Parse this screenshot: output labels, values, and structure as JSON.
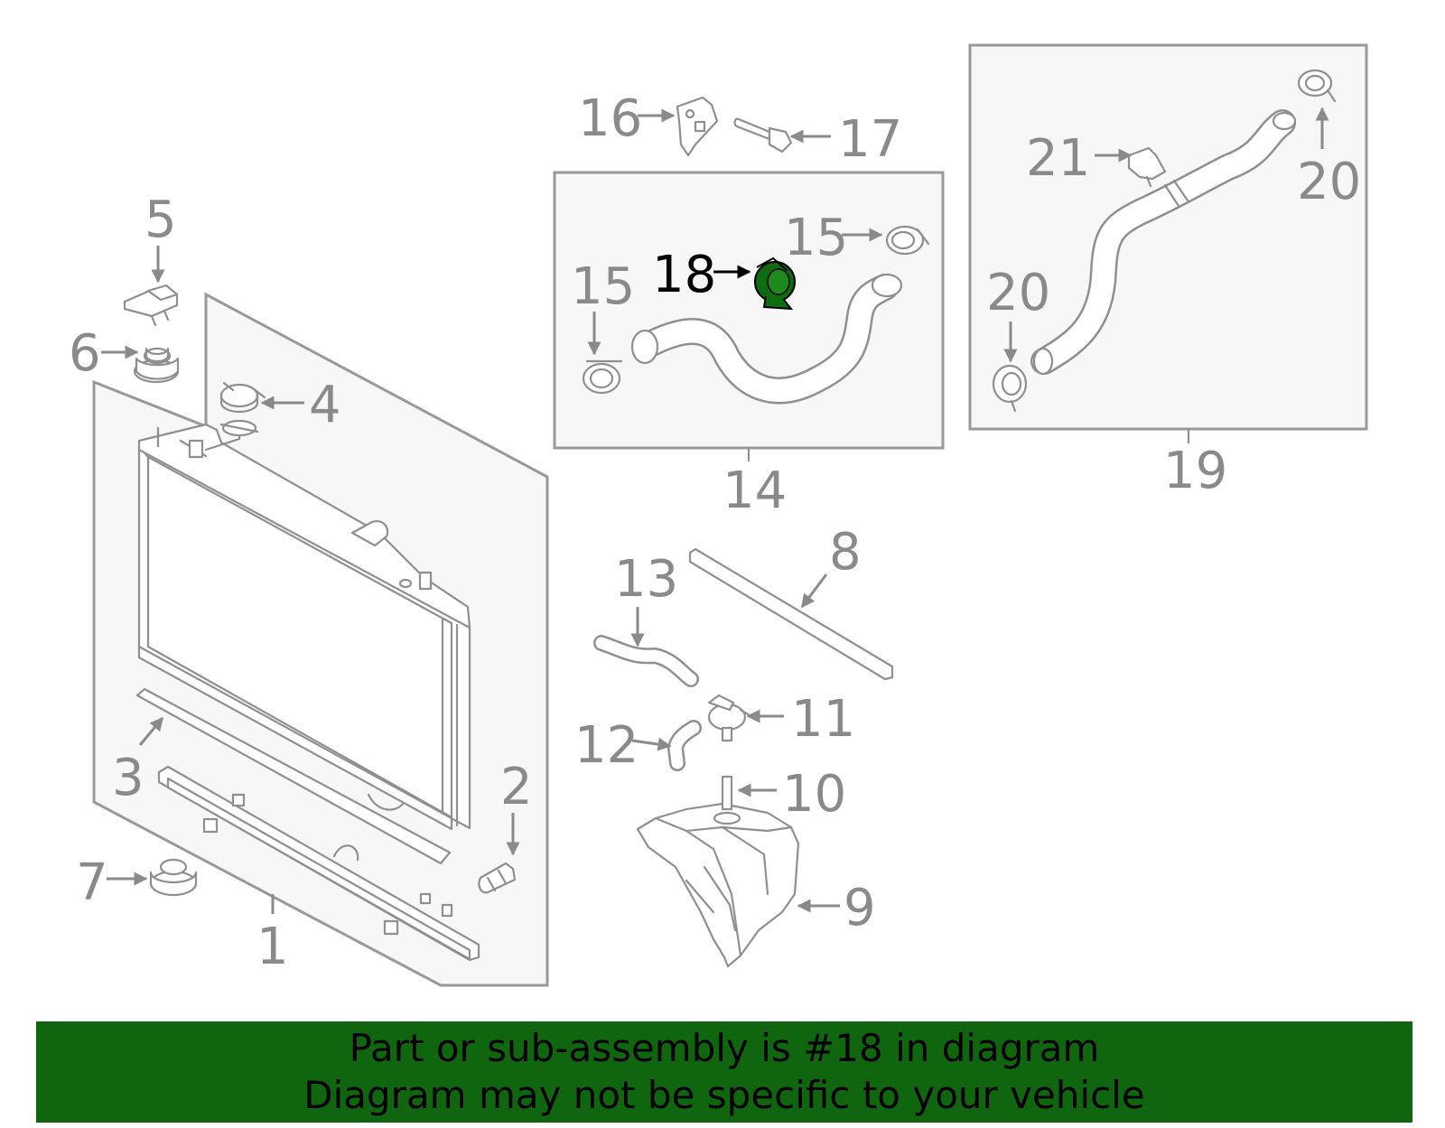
{
  "callouts": {
    "c1": "1",
    "c2": "2",
    "c3": "3",
    "c4": "4",
    "c5": "5",
    "c6": "6",
    "c7": "7",
    "c8": "8",
    "c9": "9",
    "c10": "10",
    "c11": "11",
    "c12": "12",
    "c13": "13",
    "c14": "14",
    "c15a": "15",
    "c15b": "15",
    "c16": "16",
    "c17": "17",
    "c18": "18",
    "c19": "19",
    "c20a": "20",
    "c20b": "20",
    "c21": "21"
  },
  "highlight": {
    "part_number": "18",
    "color": "#0f6b10"
  },
  "banner": {
    "line1": "Part or sub-assembly is #18 in diagram",
    "line2": "Diagram may not be specific to your vehicle",
    "background": "#10660f"
  }
}
